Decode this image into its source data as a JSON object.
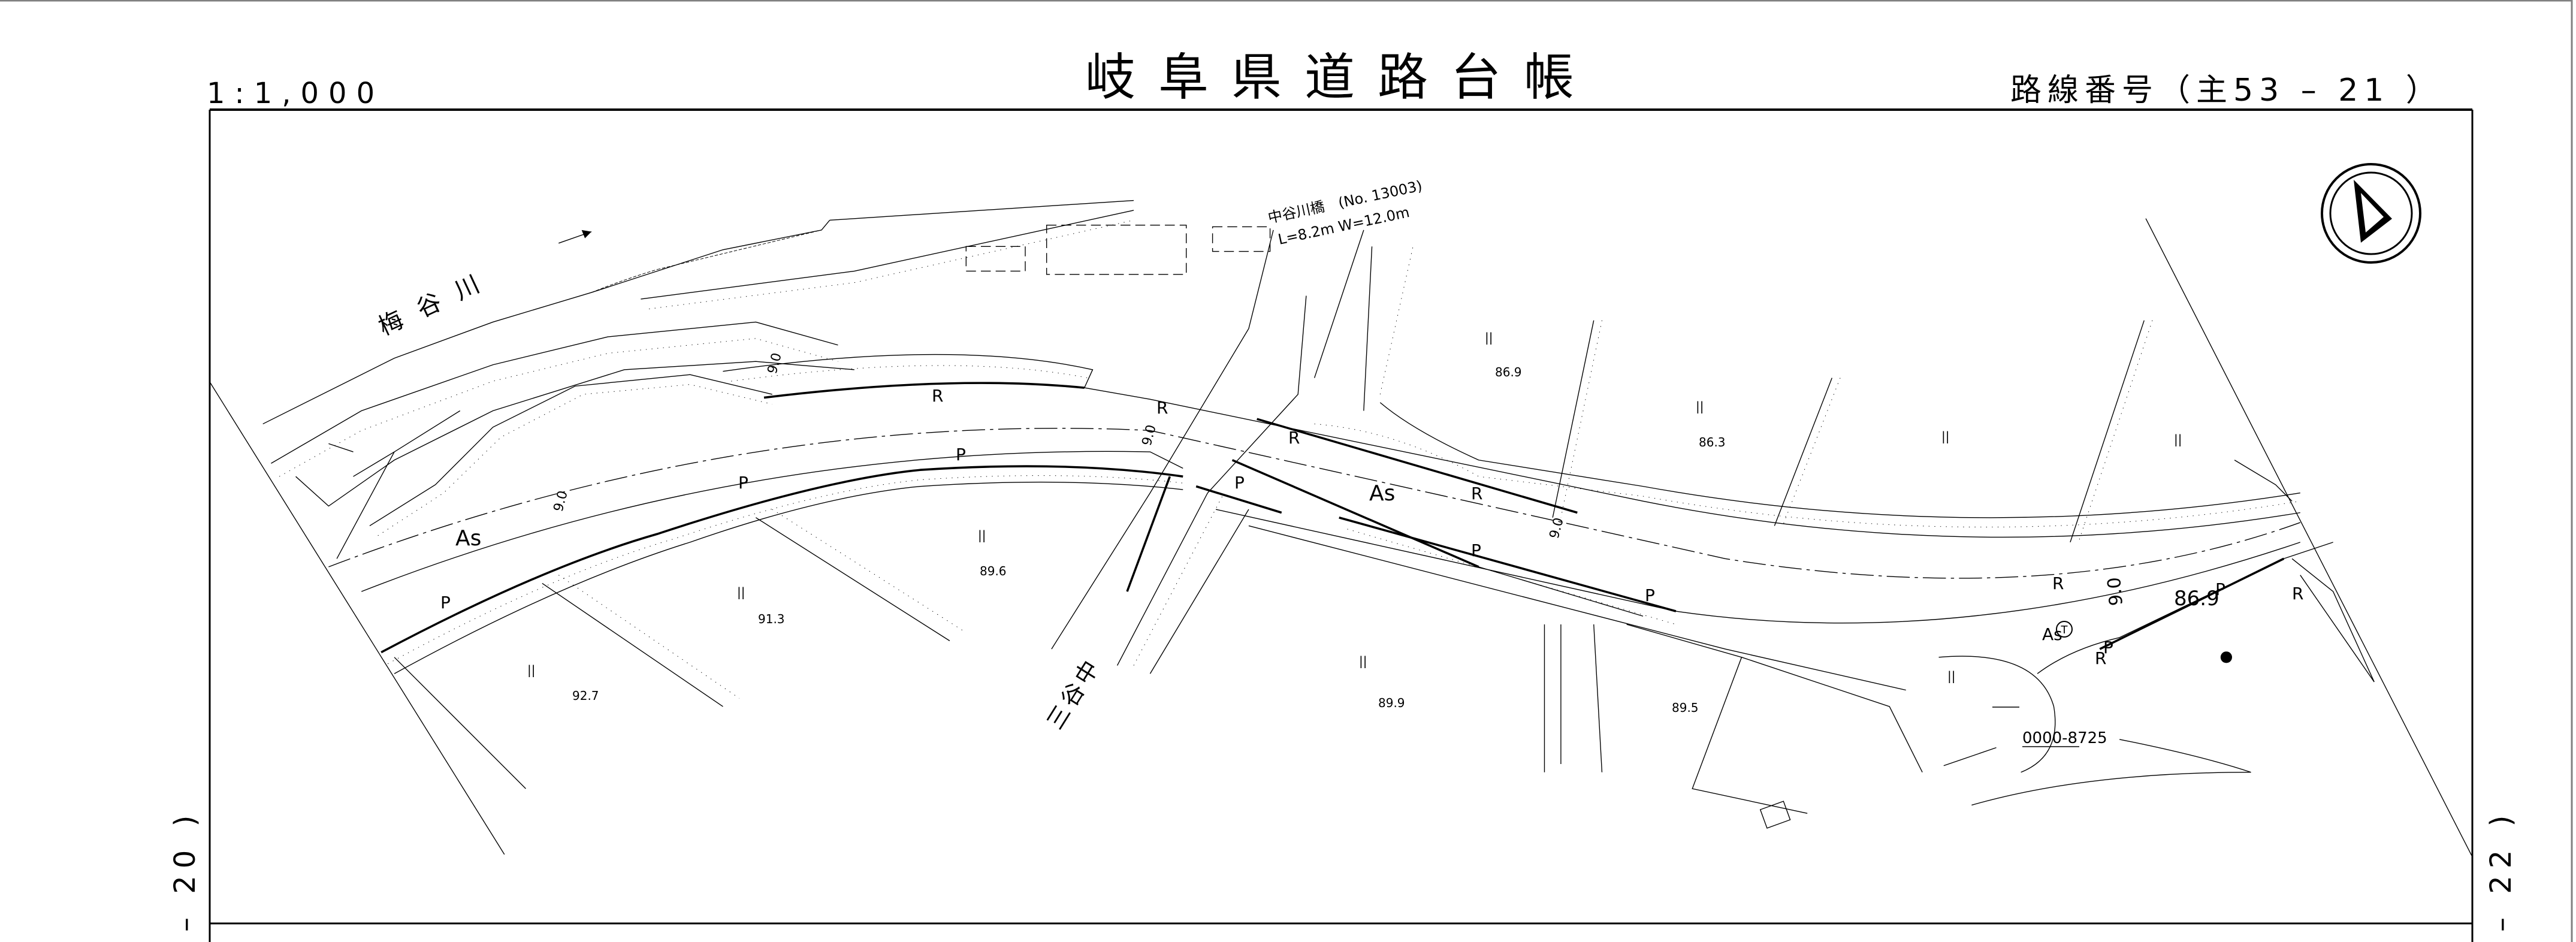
{
  "header": {
    "title": "岐阜県道路台帳",
    "scale": "1:1,000",
    "route_number": "路線番号（主53 – 21 ）"
  },
  "sheet_links": {
    "left": "– 20 )",
    "right": "– 22 )"
  },
  "map": {
    "river_name": "梅谷川",
    "bridge": {
      "name": "中谷川橋　(No. 13003)",
      "dims": "L=8.2m  W=12.0m"
    },
    "side_road_name": "三谷中",
    "pavement_labels": [
      "As",
      "As",
      "As"
    ],
    "curb_labels": {
      "R": "R",
      "P": "P"
    },
    "road_widths": [
      "9.0",
      "9.0",
      "9.0",
      "9.0",
      "9.0"
    ],
    "elevations": [
      "86.9",
      "86.3",
      "89.6",
      "91.3",
      "92.7",
      "89.9",
      "89.5",
      "86.9"
    ],
    "field_symbol": "||",
    "post_marker": "0000-8725",
    "circled_marker": "T",
    "north_arrow": "north-arrow-icon"
  },
  "colors": {
    "ink": "#000000",
    "page_border": "#808080"
  }
}
